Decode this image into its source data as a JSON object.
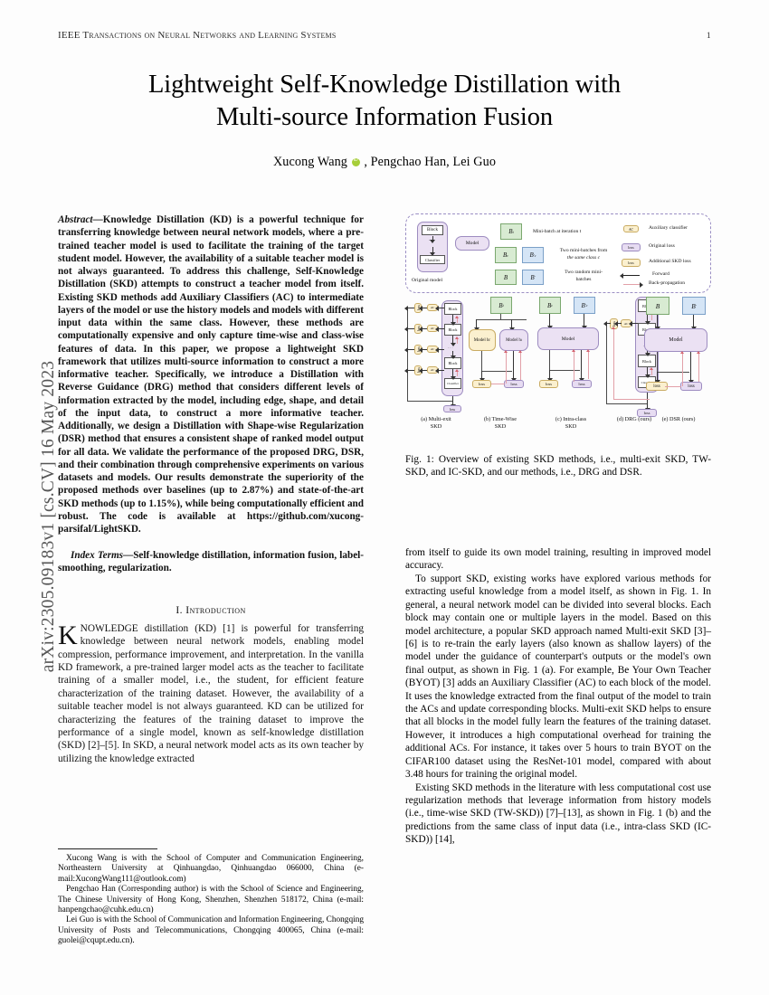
{
  "arxiv_stamp": "arXiv:2305.09183v1  [cs.CV]  16 May 2023",
  "running_head": {
    "journal": "IEEE Transactions on Neural Networks and Learning Systems",
    "page": "1"
  },
  "title": {
    "line1": "Lightweight Self-Knowledge Distillation with",
    "line2": "Multi-source Information Fusion"
  },
  "authors": {
    "before_orcid": "Xucong Wang",
    "orcid_icon": "orcid-icon",
    "after_orcid": ", Pengchao Han, Lei Guo"
  },
  "abstract": {
    "lead": "Abstract",
    "dash": "—",
    "text": "Knowledge Distillation (KD) is a powerful technique for transferring knowledge between neural network models, where a pre-trained teacher model is used to facilitate the training of the target student model. However, the availability of a suitable teacher model is not always guaranteed. To address this challenge, Self-Knowledge Distillation (SKD) attempts to construct a teacher model from itself. Existing SKD methods add Auxiliary Classifiers (AC) to intermediate layers of the model or use the history models and models with different input data within the same class. However, these methods are computationally expensive and only capture time-wise and class-wise features of data. In this paper, we propose a lightweight SKD framework that utilizes multi-source information to construct a more informative teacher. Specifically, we introduce a Distillation with Reverse Guidance (DRG) method that considers different levels of information extracted by the model, including edge, shape, and detail of the input data, to construct a more informative teacher. Additionally, we design a Distillation with Shape-wise Regularization (DSR) method that ensures a consistent shape of ranked model output for all data. We validate the performance of the proposed DRG, DSR, and their combination through comprehensive experiments on various datasets and models. Our results demonstrate the superiority of the proposed methods over baselines (up to 2.87%) and state-of-the-art SKD methods (up to 1.15%), while being computationally efficient and robust. The code is available at https://github.com/xucong-parsifal/LightSKD."
  },
  "index_terms": {
    "lead": "Index Terms",
    "dash": "—",
    "text": "Self-knowledge distillation, information fusion, label-smoothing, regularization."
  },
  "sections": {
    "introduction_heading": "I.  Introduction"
  },
  "intro": {
    "dropcap": "K",
    "first_par_rest": "NOWLEDGE distillation (KD) [1] is powerful for transferring knowledge between neural network models, enabling model compression, performance improvement, and interpretation. In the vanilla KD framework, a pre-trained larger model acts as the teacher to facilitate training of a smaller model, i.e., the student, for efficient feature characterization of the training dataset. However, the availability of a suitable teacher model is not always guaranteed. KD can be utilized for characterizing the features of the training dataset to improve the performance of a single model, known as self-knowledge distillation (SKD) [2]–[5]. In SKD, a neural network model acts as its own teacher by utilizing the knowledge extracted"
  },
  "right_column": {
    "par1": "from itself to guide its own model training, resulting in improved model accuracy.",
    "par2": "To support SKD, existing works have explored various methods for extracting useful knowledge from a model itself, as shown in Fig. 1. In general, a neural network model can be divided into several blocks. Each block may contain one or multiple layers in the model. Based on this model architecture, a popular SKD approach named Multi-exit SKD [3]–[6] is to re-train the early layers (also known as shallow layers) of the model under the guidance of counterpart's outputs or the model's own final output, as shown in Fig. 1 (a). For example, Be Your Own Teacher (BYOT) [3] adds an Auxiliary Classifier (AC) to each block of the model. It uses the knowledge extracted from the final output of the model to train the ACs and update corresponding blocks. Multi-exit SKD helps to ensure that all blocks in the model fully learn the features of the training dataset. However, it introduces a high computational overhead for training the additional ACs. For instance, it takes over 5 hours to train BYOT on the CIFAR100 dataset using the ResNet-101 model, compared with about 3.48 hours for training the original model.",
    "par3": "Existing SKD methods in the literature with less computational cost use regularization methods that leverage information from history models (i.e., time-wise SKD (TW-SKD)) [7]–[13], as shown in Fig. 1 (b) and the predictions from the same class of input data (i.e., intra-class SKD (IC-SKD)) [14],"
  },
  "footnotes": [
    "Xucong Wang is with the School of Computer and Communication Engineering, Northeastern University at Qinhuangdao, Qinhuangdao 066000, China (e-mail:XucongWang111@outlook.com)",
    "Pengchao Han (Corresponding author) is with the School of Science and Engineering, The Chinese University of Hong Kong, Shenzhen, Shenzhen 518172, China (e-mail: hanpengchao@cuhk.edu.cn)",
    "Lei Guo is with the School of Communication and Information Engineering, Chongqing University of Posts and Telecommunications, Chongqing 400065, China (e-mail: guolei@cqupt.edu.cn)."
  ],
  "figure": {
    "caption": "Fig. 1: Overview of existing SKD methods, i.e., multi-exit SKD, TW-SKD, and IC-SKD, and our methods, i.e., DRG and DSR.",
    "legend": {
      "original_model_label": "Original model",
      "block_label": "Block",
      "dots_label": "...",
      "classifier_label": "Classifier",
      "model_label": "Model",
      "batch_t": "B",
      "batch_t_sup": "t",
      "minibatch_text": "Mini-batch at iteration t",
      "batch_c": "B",
      "batch_c_sub": "c",
      "batch_c_prime": "B",
      "batch_c_prime_sub": "c",
      "two_same_class_l1": "Two mini-batches from",
      "two_same_class_l2": "the same class c",
      "batch_b": "B",
      "batch_b_prime": "B",
      "two_random_l1": "Two random mini-",
      "two_random_l2": "batches",
      "ac_chip": "AC",
      "ac_text": "Auxiliary classifier",
      "loss_chip_purple": "loss",
      "orig_loss_text": "Original  loss",
      "loss_chip_yellow": "loss",
      "skd_loss_text": "Additional SKD loss",
      "forward_text": "Forward",
      "backprop_text": "Back-propagation"
    },
    "subfigures": [
      {
        "id": "a",
        "line1": "(a) Multi-exit",
        "line2": "SKD"
      },
      {
        "id": "b",
        "line1": "(b) Time-Wise",
        "line2": "SKD"
      },
      {
        "id": "c",
        "line1": "(c) Intra-class",
        "line2": "SKD"
      },
      {
        "id": "d",
        "line1": "(d) DRG (ours)",
        "line2": ""
      },
      {
        "id": "e",
        "line1": "(e) DSR (ours)",
        "line2": ""
      }
    ],
    "node_labels": {
      "block": "Block",
      "classifier": "Classifier",
      "model": "Model",
      "model_ht_prime": "Model h",
      "model_ht": "Model h",
      "loss": "loss",
      "ac": "AC",
      "dots": ". . ."
    }
  },
  "colors": {
    "purple_fill": "#e4d9ef",
    "purple_border": "#8f7fb5",
    "green_fill": "#d8ebd2",
    "green_border": "#7ba86f",
    "blue_fill": "#d5e5f6",
    "blue_border": "#7ba0c8",
    "yellow_fill": "#fbf0cf",
    "yellow_border": "#c9ab62",
    "lavender_fill": "#e7dcf2",
    "pink_arrow": "#d4636f",
    "orcid_green": "#a6ce39"
  }
}
